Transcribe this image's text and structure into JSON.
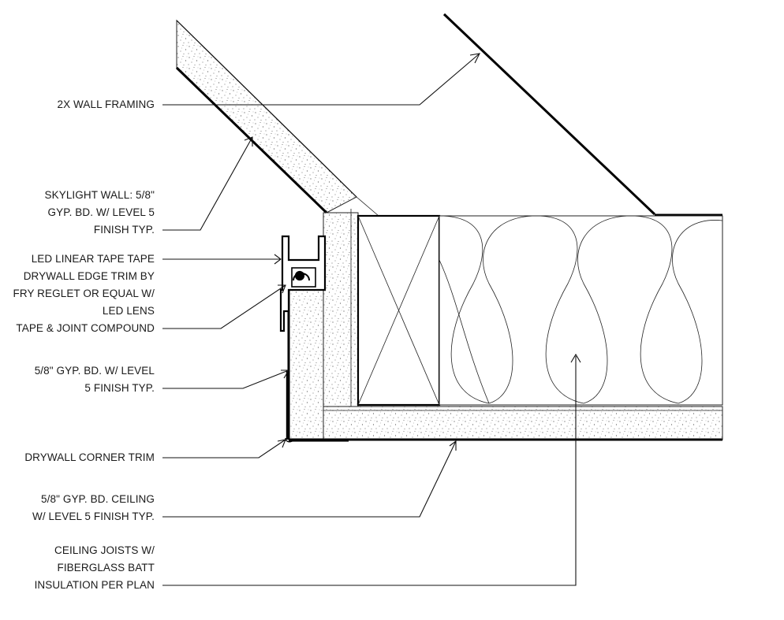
{
  "callouts": [
    {
      "id": "wall-framing",
      "lines": [
        "2X WALL FRAMING"
      ]
    },
    {
      "id": "skylight-wall",
      "lines": [
        "SKYLIGHT WALL: 5/8\"",
        "GYP. BD. W/ LEVEL 5",
        "FINISH TYP."
      ]
    },
    {
      "id": "led-trim",
      "lines": [
        "LED LINEAR TAPE TAPE",
        "DRYWALL EDGE TRIM BY",
        "FRY REGLET OR EQUAL W/",
        "LED LENS",
        "TAPE & JOINT COMPOUND"
      ]
    },
    {
      "id": "gyp-wall",
      "lines": [
        "5/8\" GYP. BD. W/ LEVEL",
        "5 FINISH TYP."
      ]
    },
    {
      "id": "corner-trim",
      "lines": [
        "DRYWALL CORNER TRIM"
      ]
    },
    {
      "id": "gyp-ceiling",
      "lines": [
        "5/8\" GYP. BD. CEILING",
        "W/ LEVEL 5 FINISH TYP."
      ]
    },
    {
      "id": "ceiling-joists",
      "lines": [
        "CEILING JOISTS W/",
        "FIBERGLASS BATT",
        "INSULATION PER PLAN"
      ]
    }
  ]
}
